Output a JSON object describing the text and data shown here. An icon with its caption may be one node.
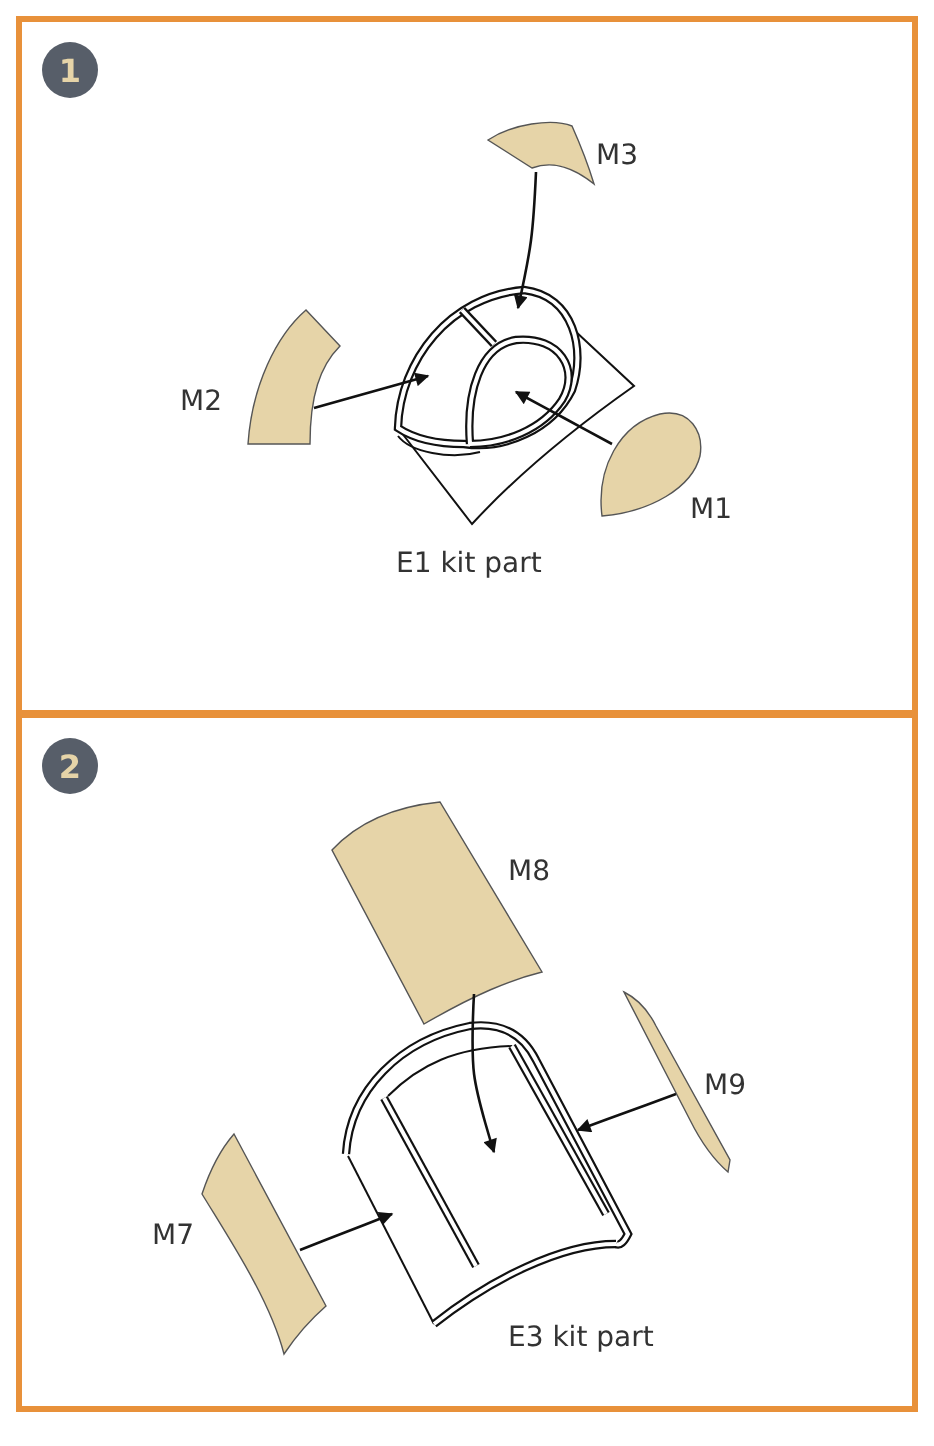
{
  "diagram": {
    "nodes": [
      {
        "text": [],
        "shape": "box"
      },
      {
        "text": [
          "1"
        ],
        "in": 0
      },
      {
        "text": [
          "M3"
        ],
        "in": 0
      },
      {
        "text": [
          "M2"
        ],
        "in": 0
      },
      {
        "text": [
          "M1"
        ],
        "in": 0
      },
      {
        "text": [
          "E1 kit part"
        ],
        "in": 0
      },
      {
        "text": [],
        "shape": "box"
      },
      {
        "text": [
          "2"
        ],
        "in": 6
      },
      {
        "text": [
          "M8"
        ],
        "in": 6
      },
      {
        "text": [
          "M9"
        ],
        "in": 6
      },
      {
        "text": [
          "M7"
        ],
        "in": 6
      },
      {
        "text": [
          "E3 kit part"
        ],
        "in": 6
      }
    ],
    "edges": [
      {
        "from": 2,
        "to": 5,
        "arrow": "to"
      },
      {
        "from": 3,
        "to": 5,
        "arrow": "to"
      },
      {
        "from": 4,
        "to": 5,
        "arrow": "to"
      },
      {
        "from": 8,
        "to": 11,
        "arrow": "to"
      },
      {
        "from": 9,
        "to": 11,
        "arrow": "to"
      },
      {
        "from": 10,
        "to": 11,
        "arrow": "to"
      }
    ]
  }
}
